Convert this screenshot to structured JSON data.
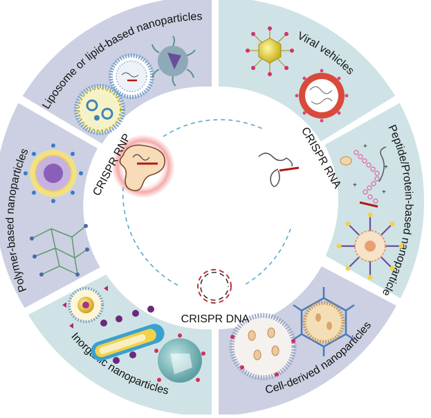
{
  "segments": [
    {
      "label": "Liposome or lipid-based nanoparticles",
      "color": "#ccd0e2"
    },
    {
      "label": "Viral vehicles",
      "color": "#cfe3e6"
    },
    {
      "label": "Peptide/Protein-based nanoparticles",
      "color": "#cfe3e6"
    },
    {
      "label": "Cell-derived nanoparticles",
      "color": "#ccd0e2"
    },
    {
      "label": "Inorganic nanoparticles",
      "color": "#cfe3e6"
    },
    {
      "label": "Polymer-based nanoparticles",
      "color": "#ccd0e2"
    }
  ],
  "center": {
    "rnp_label": "CRISPR RNP",
    "rna_label": "CRISPR RNA",
    "dna_label": "CRISPR DNA",
    "dashed_color": "#59a8c8",
    "rnp_glow_color": "#f3a0a0",
    "cargo_color": "#b01818"
  },
  "icons": {
    "lipid": [
      "liposome-icon",
      "lipid-nanoparticle-icon",
      "micelle-icon"
    ],
    "viral": [
      "adenovirus-icon",
      "enveloped-virus-icon"
    ],
    "peptide": [
      "peptide-chain-icon",
      "protein-nanoparticle-icon"
    ],
    "cell": [
      "extracellular-vesicle-icon",
      "exosome-icon"
    ],
    "inorganic": [
      "gold-nanoparticle-icon",
      "nanorod-icon",
      "silica-nanoparticle-icon"
    ],
    "polymer": [
      "polymer-micelle-icon",
      "polymer-network-icon"
    ]
  }
}
